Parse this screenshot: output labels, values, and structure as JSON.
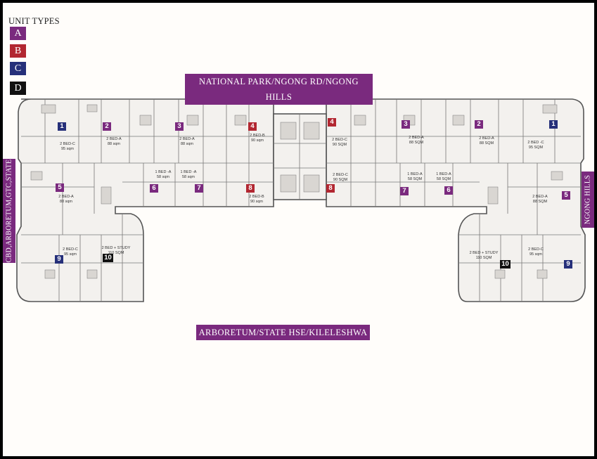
{
  "legend": {
    "title": "UNIT TYPES",
    "items": [
      {
        "letter": "A",
        "color": "#7a2a7e"
      },
      {
        "letter": "B",
        "color": "#b22731"
      },
      {
        "letter": "C",
        "color": "#26307a"
      },
      {
        "letter": "D",
        "color": "#111111"
      }
    ]
  },
  "orientation": {
    "top": "NATIONAL PARK/NGONG RD/NGONG HILLS",
    "bottom": "ARBORETUM/STATE HSE/KILELESHWA",
    "left": "CBD,ARBORETUM,GTC,STATE",
    "right": "NGONG HILLS"
  },
  "units": [
    {
      "no": "1",
      "type": "C"
    },
    {
      "no": "2",
      "type": "A"
    },
    {
      "no": "3",
      "type": "A"
    },
    {
      "no": "4",
      "type": "B"
    },
    {
      "no": "4",
      "type": "B"
    },
    {
      "no": "3",
      "type": "A"
    },
    {
      "no": "2",
      "type": "A"
    },
    {
      "no": "1",
      "type": "C"
    },
    {
      "no": "5",
      "type": "A"
    },
    {
      "no": "6",
      "type": "A"
    },
    {
      "no": "7",
      "type": "A"
    },
    {
      "no": "8",
      "type": "B"
    },
    {
      "no": "8",
      "type": "B"
    },
    {
      "no": "7",
      "type": "A"
    },
    {
      "no": "6",
      "type": "A"
    },
    {
      "no": "5",
      "type": "A"
    },
    {
      "no": "9",
      "type": "C"
    },
    {
      "no": "10",
      "type": "D"
    },
    {
      "no": "10",
      "type": "D"
    },
    {
      "no": "9",
      "type": "C"
    }
  ],
  "room_labels": [
    {
      "name": "2 BED-C",
      "area": "95 sqm"
    },
    {
      "name": "2 BED-A",
      "area": "88 sqm"
    },
    {
      "name": "2 BED-A",
      "area": "88 sqm"
    },
    {
      "name": "2 BED-B",
      "area": "90 sqm"
    },
    {
      "name": "2 BED-C",
      "area": "90 SQM"
    },
    {
      "name": "2 BED-A",
      "area": "88 SQM"
    },
    {
      "name": "2 BED-A",
      "area": "88 SQM"
    },
    {
      "name": "2 BED -C",
      "area": "95 SQM"
    },
    {
      "name": "2 BED-A",
      "area": "88 sqm"
    },
    {
      "name": "1 BED -A",
      "area": "58 sqm"
    },
    {
      "name": "1 BED -A",
      "area": "58 sqm"
    },
    {
      "name": "2 BED-B",
      "area": "90 sqm"
    },
    {
      "name": "2 BED-C",
      "area": "90 SQM"
    },
    {
      "name": "1 BED-A",
      "area": "58 SQM"
    },
    {
      "name": "1 BED-A",
      "area": "58 SQM"
    },
    {
      "name": "2 BED-A",
      "area": "88 SQM"
    },
    {
      "name": "2 BED-C",
      "area": "95 sqm"
    },
    {
      "name": "2 BED + STUDY",
      "area": "110 SQM"
    },
    {
      "name": "2 BED + STUDY",
      "area": "110 SQM"
    },
    {
      "name": "2 BED-C",
      "area": "95 sqm"
    }
  ]
}
